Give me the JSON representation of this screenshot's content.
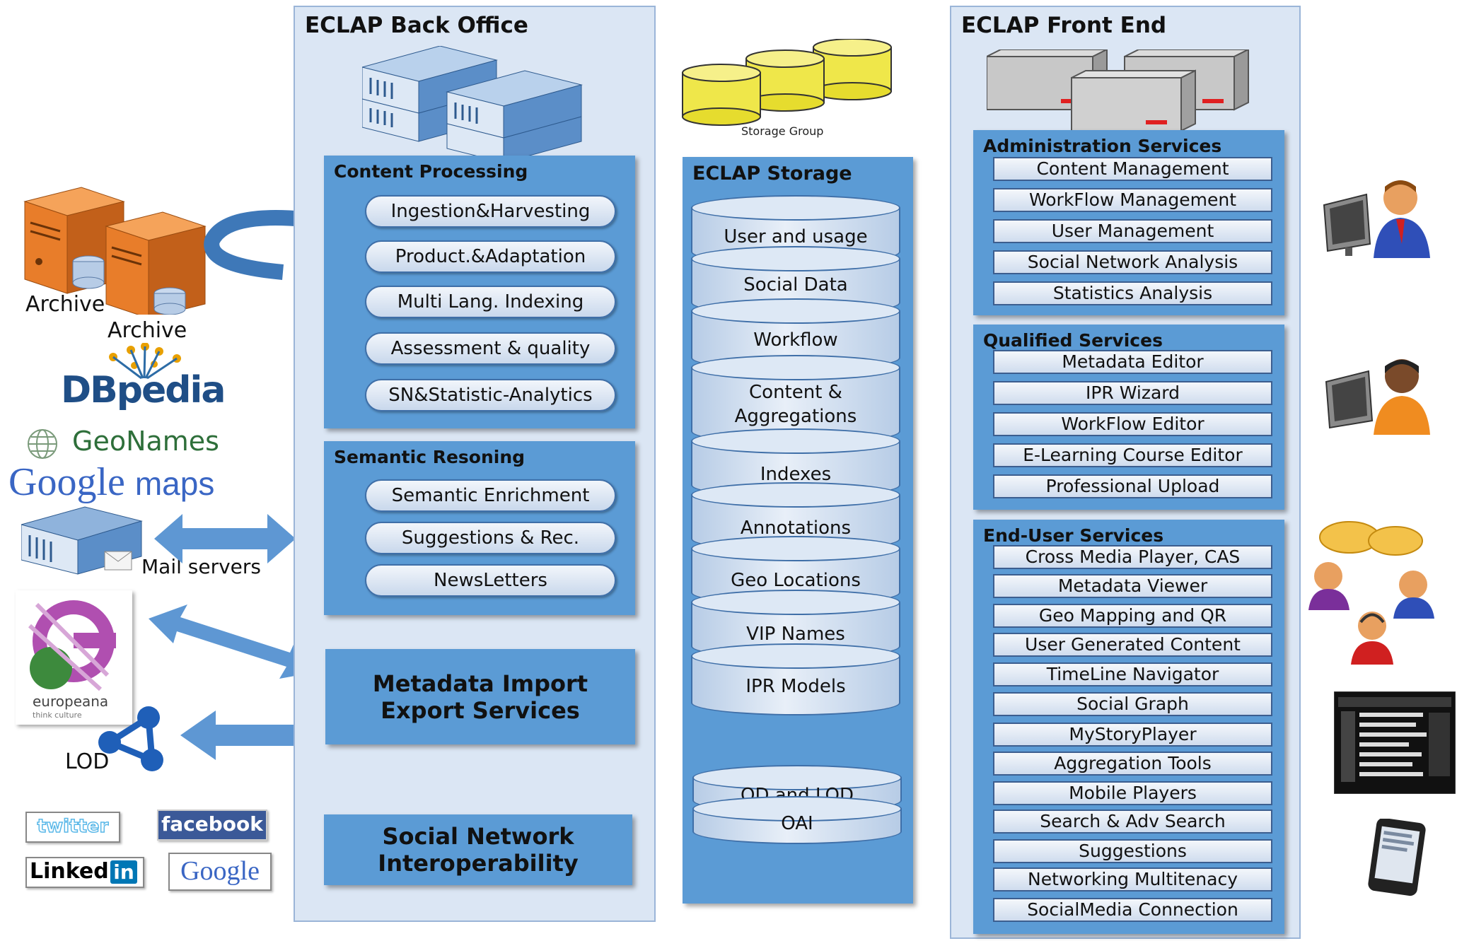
{
  "back_office": {
    "title": "ECLAP Back Office",
    "content_processing": {
      "title": "Content Processing",
      "items": [
        "Ingestion&Harvesting",
        "Product.&Adaptation",
        "Multi Lang. Indexing",
        "Assessment & quality",
        "SN&Statistic-Analytics"
      ]
    },
    "semantic": {
      "title": "Semantic Resoning",
      "items": [
        "Semantic Enrichment",
        "Suggestions & Rec.",
        "NewsLetters"
      ]
    },
    "metadata": {
      "line1": "Metadata Import",
      "line2": "Export Services"
    },
    "social": {
      "line1": "Social Network",
      "line2": "Interoperability"
    }
  },
  "storage": {
    "group_label": "Storage Group",
    "title": "ECLAP Storage",
    "disks": [
      "User and usage",
      "Social Data",
      "Workflow",
      "Content &",
      "Aggregations",
      "Indexes",
      "Annotations",
      "Geo Locations",
      "VIP Names",
      "IPR Models"
    ],
    "od_disks": [
      "OD and LOD",
      "OAI"
    ]
  },
  "front_end": {
    "title": "ECLAP Front End",
    "admin": {
      "title": "Administration Services",
      "items": [
        "Content Management",
        "WorkFlow Management",
        "User Management",
        "Social Network Analysis",
        "Statistics Analysis"
      ]
    },
    "qualified": {
      "title": "Qualified Services",
      "items": [
        "Metadata Editor",
        "IPR Wizard",
        "WorkFlow Editor",
        "E-Learning Course Editor",
        "Professional Upload"
      ]
    },
    "enduser": {
      "title": "End-User Services",
      "items": [
        "Cross Media Player, CAS",
        "Metadata Viewer",
        "Geo Mapping and QR",
        "User Generated Content",
        "TimeLine Navigator",
        "Social Graph",
        "MyStoryPlayer",
        "Aggregation Tools",
        "Mobile Players",
        "Search & Adv Search",
        "Suggestions",
        "Networking Multitenacy",
        "SocialMedia Connection"
      ]
    }
  },
  "sources": {
    "archive1": "Archive",
    "archive2": "Archive",
    "dbpedia": "DBpedia",
    "geonames": "GeoNames",
    "google": "Google",
    "maps": "maps",
    "mail": "Mail servers",
    "europeana": "europeana",
    "europeana_sub": "think culture",
    "lod": "LOD",
    "twitter": "twitter",
    "facebook": "facebook",
    "linked": "Linked",
    "in": "in",
    "google_logo": "Google"
  },
  "colors": {
    "panel": "#dbe6f4",
    "group": "#5b9bd5",
    "arrow": "#4a86c8",
    "server_orange": "#e87d2a",
    "disk_yellow": "#f0e84a"
  }
}
